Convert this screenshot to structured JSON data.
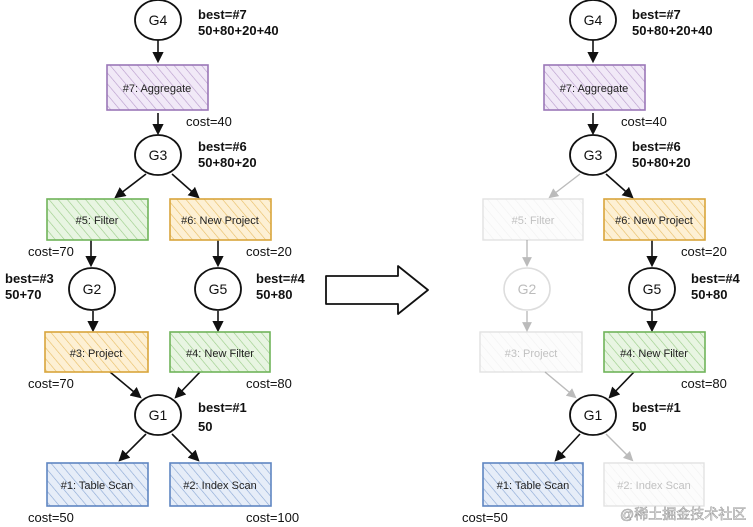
{
  "colors": {
    "purple_stroke": "#9b77b8",
    "purple_fill": "#eadff3",
    "green_stroke": "#70b45a",
    "green_fill": "#dff0d6",
    "orange_stroke": "#d9a53b",
    "orange_fill": "#fbe8c2",
    "blue_stroke": "#5f86c2",
    "blue_fill": "#dce6f5",
    "ink": "#111111"
  },
  "left": {
    "g4": {
      "label": "G4",
      "best": "best=#7",
      "sum": "50+80+20+40"
    },
    "aggregate": {
      "label": "#7: Aggregate",
      "cost": "cost=40"
    },
    "g3": {
      "label": "G3",
      "best": "best=#6",
      "sum": "50+80+20"
    },
    "filter": {
      "label": "#5: Filter",
      "cost": "cost=70"
    },
    "new_project": {
      "label": "#6: New Project",
      "cost": "cost=20"
    },
    "g2": {
      "label": "G2",
      "best": "best=#3",
      "sum": "50+70"
    },
    "g5": {
      "label": "G5",
      "best": "best=#4",
      "sum": "50+80"
    },
    "project": {
      "label": "#3: Project",
      "cost": "cost=70"
    },
    "new_filter": {
      "label": "#4: New Filter",
      "cost": "cost=80"
    },
    "g1": {
      "label": "G1",
      "best": "best=#1",
      "sum": "50"
    },
    "table_scan": {
      "label": "#1: Table Scan",
      "cost": "cost=50"
    },
    "index_scan": {
      "label": "#2: Index Scan",
      "cost": "cost=100"
    }
  },
  "right": {
    "g4": {
      "label": "G4",
      "best": "best=#7",
      "sum": "50+80+20+40"
    },
    "aggregate": {
      "label": "#7: Aggregate",
      "cost": "cost=40"
    },
    "g3": {
      "label": "G3",
      "best": "best=#6",
      "sum": "50+80+20"
    },
    "filter": {
      "label": "#5: Filter"
    },
    "new_project": {
      "label": "#6: New Project",
      "cost": "cost=20"
    },
    "g2": {
      "label": "G2"
    },
    "g5": {
      "label": "G5",
      "best": "best=#4",
      "sum": "50+80"
    },
    "project": {
      "label": "#3: Project"
    },
    "new_filter": {
      "label": "#4: New Filter",
      "cost": "cost=80"
    },
    "g1": {
      "label": "G1",
      "best": "best=#1",
      "sum": "50"
    },
    "table_scan": {
      "label": "#1: Table Scan",
      "cost": "cost=50"
    },
    "index_scan": {
      "label": "#2: Index Scan"
    }
  },
  "watermark": "@稀土掘金技术社区"
}
